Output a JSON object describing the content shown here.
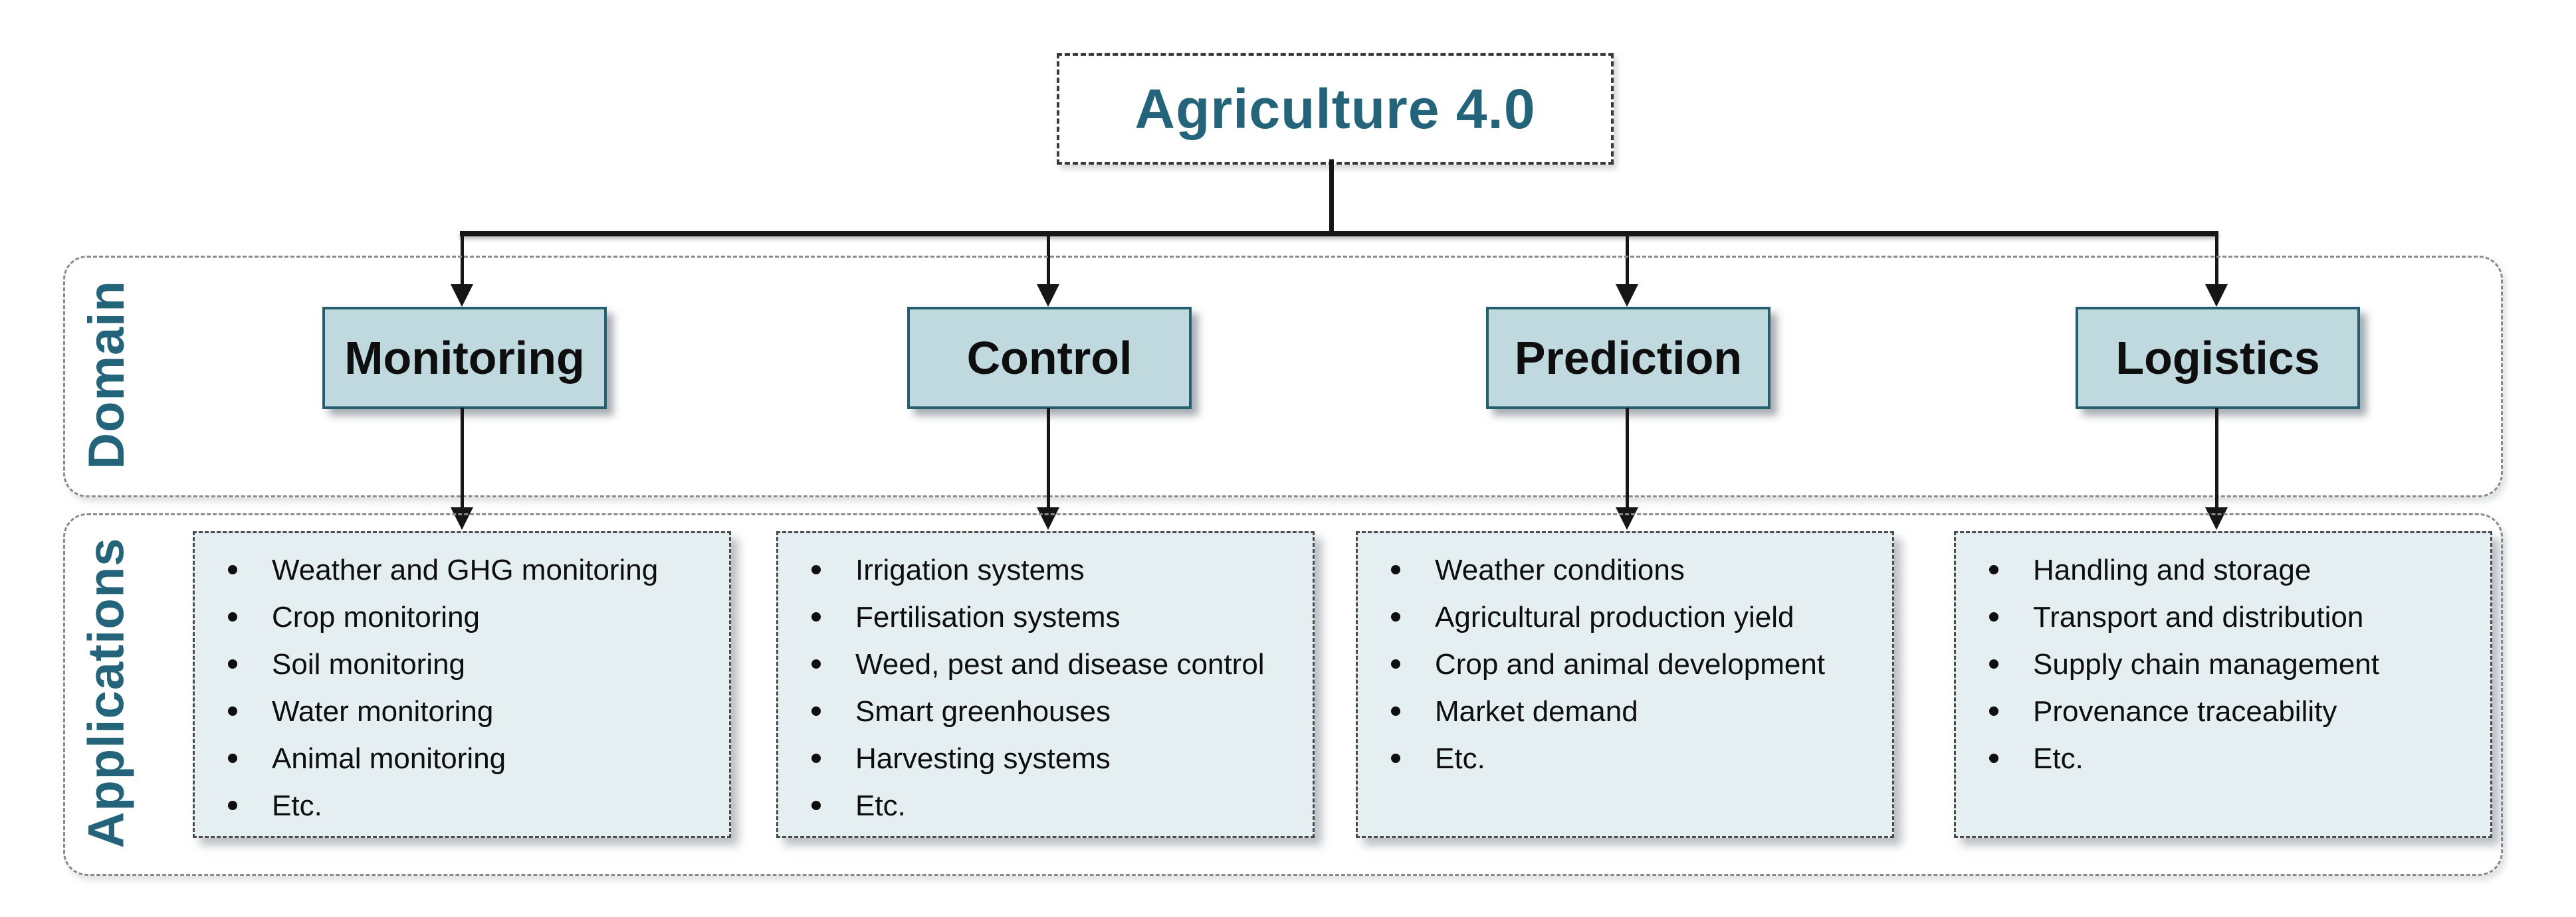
{
  "title": "Agriculture 4.0",
  "bands": {
    "domain_label": "Domain",
    "applications_label": "Applications"
  },
  "columns": [
    {
      "domain": "Monitoring",
      "applications": [
        "Weather and GHG monitoring",
        "Crop monitoring",
        "Soil monitoring",
        "Water monitoring",
        "Animal monitoring",
        "Etc."
      ]
    },
    {
      "domain": "Control",
      "applications": [
        "Irrigation systems",
        "Fertilisation systems",
        "Weed, pest and disease control",
        "Smart greenhouses",
        "Harvesting systems",
        "Etc."
      ]
    },
    {
      "domain": "Prediction",
      "applications": [
        "Weather conditions",
        "Agricultural production yield",
        "Crop and animal development",
        "Market demand",
        "Etc."
      ]
    },
    {
      "domain": "Logistics",
      "applications": [
        "Handling and storage",
        "Transport and distribution",
        "Supply chain management",
        "Provenance traceability",
        "Etc."
      ]
    }
  ],
  "colors": {
    "accent_teal": "#24647a",
    "domain_box_fill": "#bfd9de",
    "domain_box_border": "#255f6f",
    "applications_box_fill": "#e5eef1",
    "connector_black": "#161616",
    "band_dash_gray": "#8a8a8a"
  }
}
